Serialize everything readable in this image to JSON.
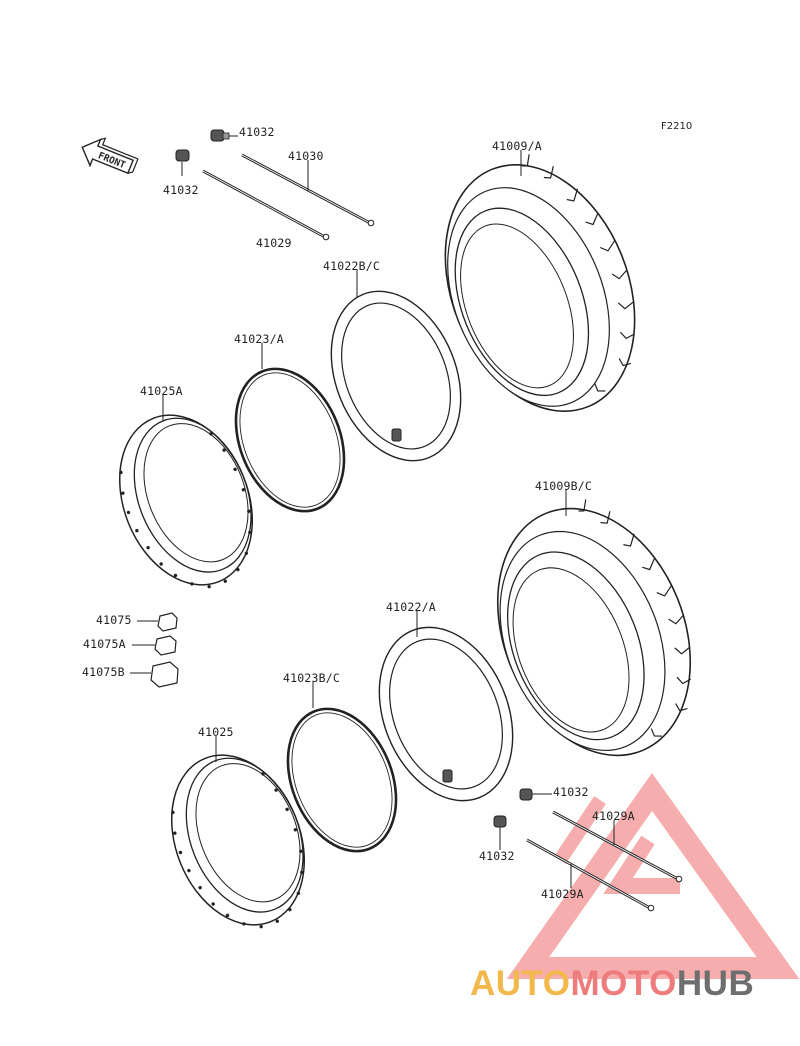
{
  "diagram": {
    "figure_ref": "F2210",
    "front_label": "FRONT",
    "labels": {
      "p41032_a": "41032",
      "p41030": "41030",
      "p41032_b": "41032",
      "p41029": "41029",
      "p41009a": "41009/A",
      "p41022bc": "41022B/C",
      "p41023a": "41023/A",
      "p41025a": "41025A",
      "p41009bc": "41009B/C",
      "p41075": "41075",
      "p41075a": "41075A",
      "p41075b": "41075B",
      "p41022a": "41022/A",
      "p41023bc": "41023B/C",
      "p41025": "41025",
      "p41032_c": "41032",
      "p41029a_a": "41029A",
      "p41032_d": "41032",
      "p41029a_b": "41029A"
    }
  },
  "watermark": {
    "part1": "AUTO",
    "part2": "MOTO",
    "part3": "HUB",
    "colors": {
      "auto": "#f2b84b",
      "moto": "#ee7c7c",
      "hub": "#6e6e6e",
      "triangle": "#ee6b6b"
    }
  }
}
